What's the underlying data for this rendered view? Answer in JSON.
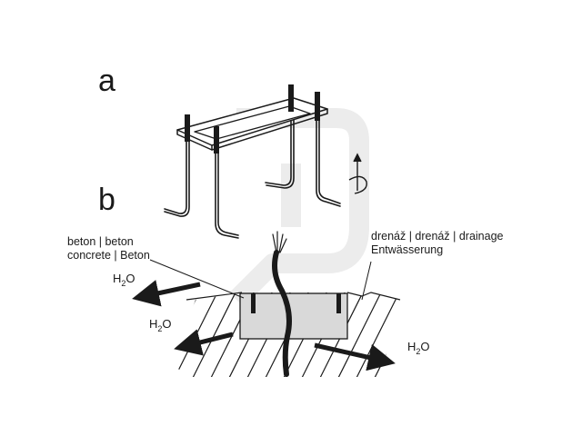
{
  "labels": {
    "panel_a": "a",
    "panel_b": "b",
    "concrete_line1": "beton | beton",
    "concrete_line2": "concrete | Beton",
    "drainage_line1": "drenáž | drenáž | drainage",
    "drainage_line2": "Entwässerung",
    "water_left_upper": "H2O",
    "water_left_lower": "H2O",
    "water_right": "H2O"
  },
  "icons": {
    "rotate": "rotate-arrow-icon",
    "watermark": "brand-watermark-icon"
  },
  "colors": {
    "line": "#1a1a1a",
    "concrete_fill": "#d9d9d9",
    "watermark": "#ededed"
  }
}
